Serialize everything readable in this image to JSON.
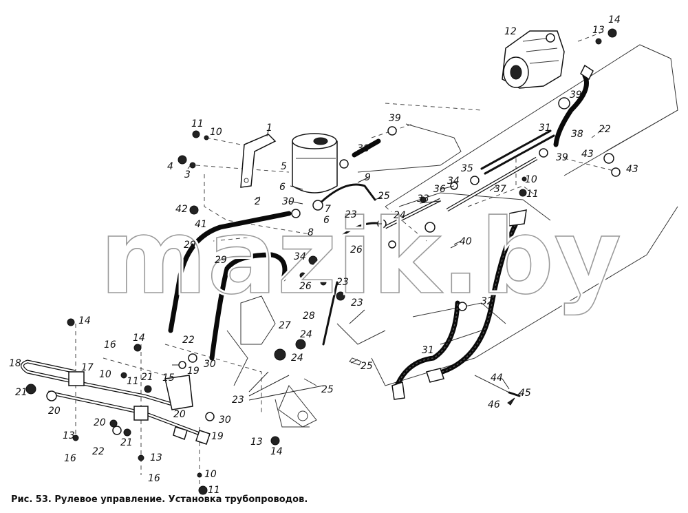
{
  "figure": {
    "caption": "Рис. 53. Рулевое управление. Установка трубопроводов.",
    "watermark": "mazik.by"
  },
  "callouts": [
    {
      "label": "1"
    },
    {
      "label": "2"
    },
    {
      "label": "3"
    },
    {
      "label": "4"
    },
    {
      "label": "5"
    },
    {
      "label": "6"
    },
    {
      "label": "6"
    },
    {
      "label": "7"
    },
    {
      "label": "8"
    },
    {
      "label": "9"
    },
    {
      "label": "10"
    },
    {
      "label": "10"
    },
    {
      "label": "10"
    },
    {
      "label": "10"
    },
    {
      "label": "11"
    },
    {
      "label": "11"
    },
    {
      "label": "11"
    },
    {
      "label": "11"
    },
    {
      "label": "12"
    },
    {
      "label": "13"
    },
    {
      "label": "13"
    },
    {
      "label": "13"
    },
    {
      "label": "13"
    },
    {
      "label": "14"
    },
    {
      "label": "14"
    },
    {
      "label": "14"
    },
    {
      "label": "14"
    },
    {
      "label": "15"
    },
    {
      "label": "16"
    },
    {
      "label": "16"
    },
    {
      "label": "16"
    },
    {
      "label": "17"
    },
    {
      "label": "18"
    },
    {
      "label": "19"
    },
    {
      "label": "19"
    },
    {
      "label": "20"
    },
    {
      "label": "20"
    },
    {
      "label": "20"
    },
    {
      "label": "21"
    },
    {
      "label": "21"
    },
    {
      "label": "21"
    },
    {
      "label": "22"
    },
    {
      "label": "22"
    },
    {
      "label": "22"
    },
    {
      "label": "23"
    },
    {
      "label": "23"
    },
    {
      "label": "23"
    },
    {
      "label": "23"
    },
    {
      "label": "24"
    },
    {
      "label": "24"
    },
    {
      "label": "24"
    },
    {
      "label": "25"
    },
    {
      "label": "25"
    },
    {
      "label": "25"
    },
    {
      "label": "26"
    },
    {
      "label": "26"
    },
    {
      "label": "27"
    },
    {
      "label": "28"
    },
    {
      "label": "29"
    },
    {
      "label": "29"
    },
    {
      "label": "30"
    },
    {
      "label": "30"
    },
    {
      "label": "30"
    },
    {
      "label": "31"
    },
    {
      "label": "31"
    },
    {
      "label": "32"
    },
    {
      "label": "33"
    },
    {
      "label": "34"
    },
    {
      "label": "34"
    },
    {
      "label": "35"
    },
    {
      "label": "36"
    },
    {
      "label": "37"
    },
    {
      "label": "38"
    },
    {
      "label": "38"
    },
    {
      "label": "39"
    },
    {
      "label": "39"
    },
    {
      "label": "39"
    },
    {
      "label": "40"
    },
    {
      "label": "41"
    },
    {
      "label": "42"
    },
    {
      "label": "43"
    },
    {
      "label": "43"
    },
    {
      "label": "44"
    },
    {
      "label": "45"
    },
    {
      "label": "46"
    }
  ]
}
